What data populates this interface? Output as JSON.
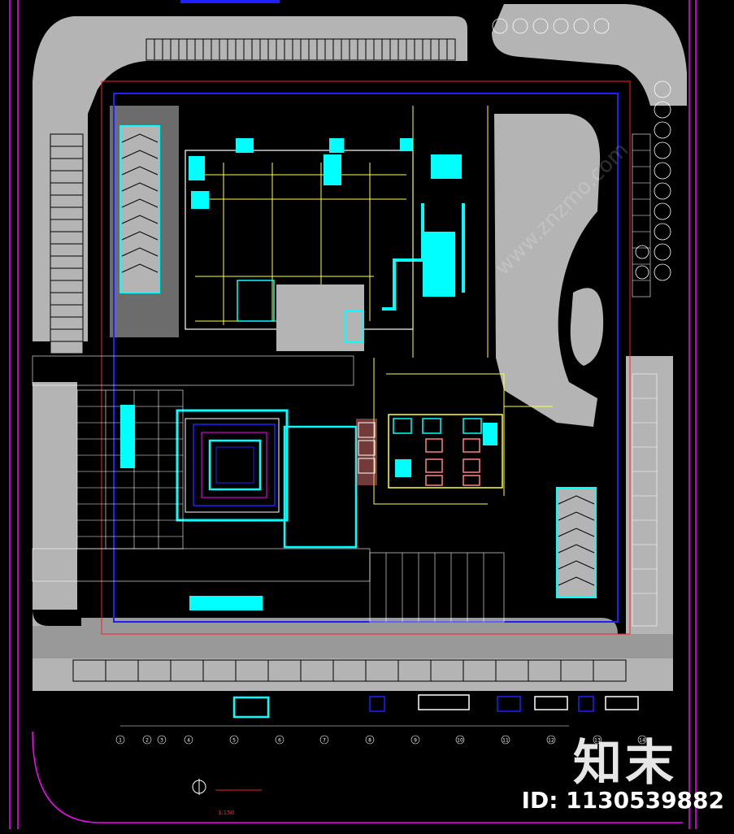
{
  "watermark": {
    "logo_text": "知末",
    "id_text": "ID: 1130539882",
    "diagonal_text": "www.znzmo.com"
  },
  "drawing": {
    "scale_text": "1:150",
    "grid_labels": [
      "1",
      "2",
      "3",
      "4",
      "5",
      "6",
      "7",
      "8",
      "9",
      "10",
      "11",
      "12",
      "13",
      "14"
    ]
  },
  "colors": {
    "background": "#000000",
    "pavement": "#b4b4b4",
    "cyan": "#00ffff",
    "blue": "#2020ff",
    "magenta": "#ff00ff",
    "red": "#ff2020",
    "yellow": "#ffff40",
    "white": "#ffffff"
  }
}
